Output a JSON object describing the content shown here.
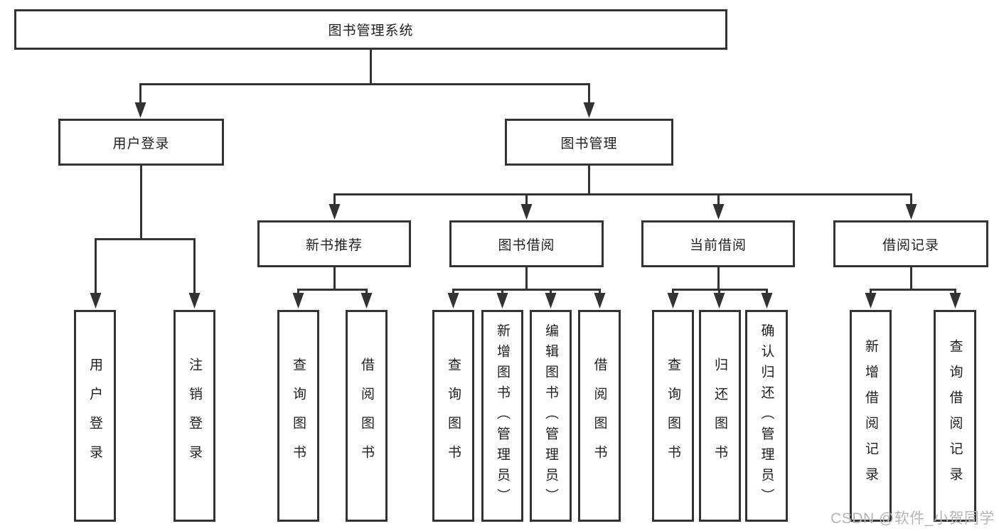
{
  "root": {
    "label": "图书管理系统"
  },
  "branches": [
    {
      "label": "用户登录",
      "children": [
        {
          "label": "用户登录"
        },
        {
          "label": "注销登录"
        }
      ]
    },
    {
      "label": "图书管理",
      "sections": [
        {
          "label": "新书推荐",
          "children": [
            {
              "label": "查询图书"
            },
            {
              "label": "借阅图书"
            }
          ]
        },
        {
          "label": "图书借阅",
          "children": [
            {
              "label": "查询图书"
            },
            {
              "label": "新增图书（管理员）"
            },
            {
              "label": "编辑图书（管理员）"
            },
            {
              "label": "借阅图书"
            }
          ]
        },
        {
          "label": "当前借阅",
          "children": [
            {
              "label": "查询图书"
            },
            {
              "label": "归还图书"
            },
            {
              "label": "确认归还（管理员）"
            }
          ]
        },
        {
          "label": "借阅记录",
          "children": [
            {
              "label": "新增借阅记录"
            },
            {
              "label": "查询借阅记录"
            }
          ]
        }
      ]
    }
  ],
  "watermark": "CSDN @软件_小贺同学",
  "colors": {
    "line": "#333333",
    "box_border": "#333333",
    "box_fill": "#ffffff",
    "text": "#1f1f1f",
    "watermark": "#b5b5b5"
  }
}
